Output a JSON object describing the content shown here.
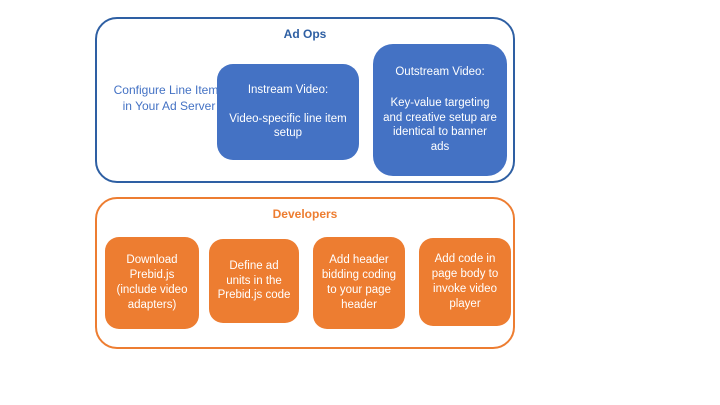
{
  "diagram": {
    "ad_ops": {
      "title": "Ad Ops",
      "side_text": "Configure Line Items in Your Ad Server",
      "instream": {
        "title": "Instream Video:",
        "body": "Video-specific line item setup"
      },
      "outstream": {
        "title": "Outstream Video:",
        "body": "Key-value targeting and creative setup are identical to banner ads"
      }
    },
    "developers": {
      "title": "Developers",
      "steps": [
        "Download Prebid.js (include video adapters)",
        "Define ad units in the Prebid.js code",
        "Add header bidding coding to your page header",
        "Add code in page body to invoke video player"
      ]
    },
    "colors": {
      "blue_fill": "#4472c4",
      "blue_border": "#2e5fa3",
      "orange": "#ed7d31",
      "node_text": "#ffffff"
    }
  }
}
